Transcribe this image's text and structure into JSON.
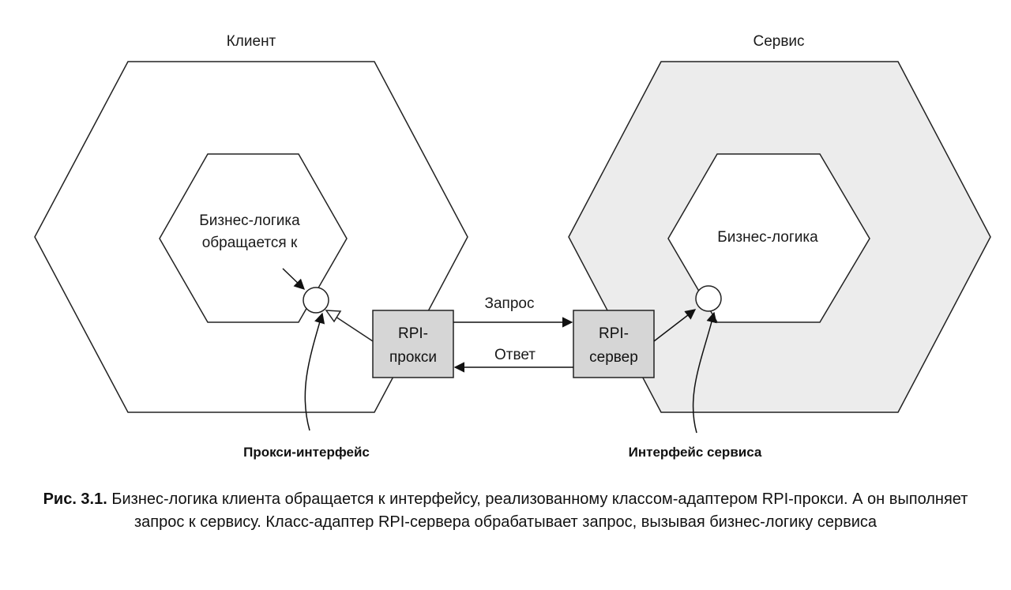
{
  "client": {
    "title": "Клиент",
    "inner_text_line1": "Бизнес-логика",
    "inner_text_line2": "обращается к",
    "adapter_line1": "RPI-",
    "adapter_line2": "прокси",
    "port_label": "Прокси-интерфейс"
  },
  "service": {
    "title": "Сервис",
    "inner_text": "Бизнес-логика",
    "adapter_line1": "RPI-",
    "adapter_line2": "сервер",
    "port_label": "Интерфейс сервиса"
  },
  "messages": {
    "request": "Запрос",
    "response": "Ответ"
  },
  "caption": {
    "figure": "Рис. 3.1.",
    "text": "Бизнес-логика клиента обращается к интерфейсу, реализованному классом-адаптером RPI-прокси. А он выполняет запрос к сервису. Класс-адаптер RPI-сервера обрабатывает запрос, вызывая бизнес-логику сервиса"
  },
  "colors": {
    "line": "#222222",
    "service_fill": "#ececec",
    "adapter_fill": "#d6d6d6"
  }
}
